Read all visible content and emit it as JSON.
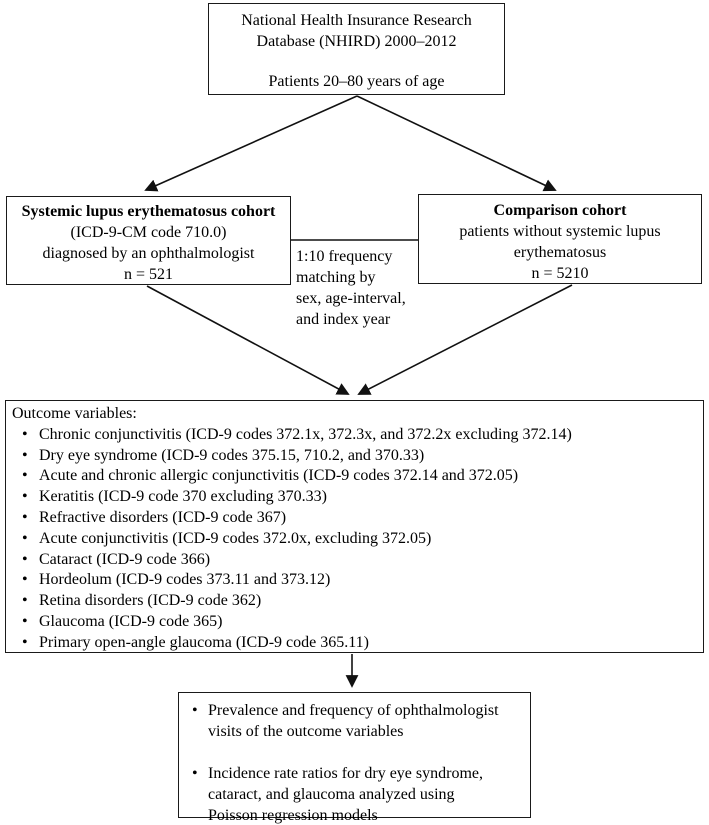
{
  "figure": {
    "source_box": {
      "lines": [
        "National Health Insurance Research",
        "Database (NHIRD) 2000–2012",
        "Patients 20–80 years of age"
      ]
    },
    "sle_box": {
      "title": "Systemic lupus erythematosus cohort",
      "lines": [
        "(ICD-9-CM code 710.0)",
        "diagnosed by an ophthalmologist",
        "n = 521"
      ]
    },
    "comparison_box": {
      "title": "Comparison cohort",
      "lines": [
        "patients without systemic lupus",
        "erythematosus",
        "n = 5210"
      ]
    },
    "matching_note": {
      "lines": [
        "1:10 frequency",
        "matching by",
        "sex, age-interval,",
        "and index year"
      ]
    },
    "outcomes_box": {
      "title": "Outcome variables:",
      "items": [
        "Chronic conjunctivitis (ICD-9 codes 372.1x, 372.3x, and 372.2x excluding 372.14)",
        "Dry eye syndrome (ICD-9 codes 375.15, 710.2, and 370.33)",
        "Acute and chronic allergic conjunctivitis (ICD-9 codes 372.14 and 372.05)",
        "Keratitis (ICD-9 code 370 excluding 370.33)",
        "Refractive disorders (ICD-9 code 367)",
        "Acute conjunctivitis (ICD-9 codes 372.0x, excluding 372.05)",
        "Cataract (ICD-9 code 366)",
        "Hordeolum (ICD-9 codes 373.11 and 373.12)",
        "Retina disorders (ICD-9 code 362)",
        "Glaucoma (ICD-9 code 365)",
        "Primary open-angle glaucoma (ICD-9 code 365.11)"
      ]
    },
    "analysis_box": {
      "bullets": [
        {
          "lines": [
            "Prevalence and frequency of ophthalmologist",
            "visits of the outcome variables"
          ]
        },
        {
          "lines": [
            "Incidence rate ratios for dry eye syndrome,",
            "cataract, and glaucoma analyzed using",
            "Poisson regression models"
          ]
        }
      ]
    },
    "colors": {
      "border": "#1a1a1a",
      "text": "#000000",
      "background": "#ffffff"
    }
  }
}
